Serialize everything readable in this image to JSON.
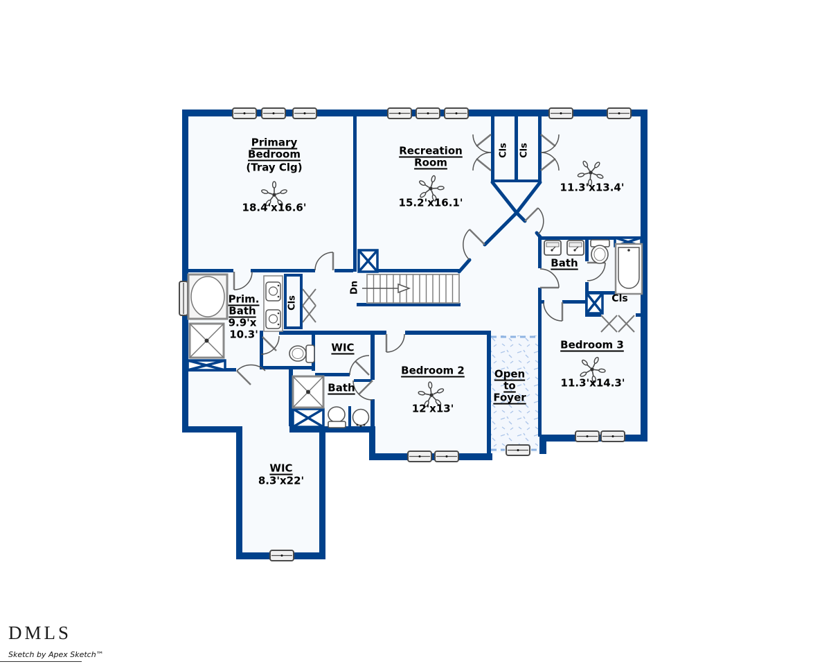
{
  "floorplan": {
    "colors": {
      "wall": "#00418b",
      "floor": "#f7fafd",
      "open_area_texture": "#adc6ea"
    },
    "rooms": {
      "primary_bedroom": {
        "line1": "Primary",
        "line2": "Bedroom",
        "note": "(Tray Clg)",
        "dims": "18.4'x16.6'"
      },
      "recreation_room": {
        "line1": "Recreation",
        "line2": "Room",
        "dims": "15.2'x16.1'"
      },
      "bedroom_top_right": {
        "dims": "11.3'x13.4'"
      },
      "bath_top_right": {
        "name": "Bath"
      },
      "closet_top_left": {
        "name": "Cls"
      },
      "closet_top_right": {
        "name": "Cls"
      },
      "closet_bath_right": {
        "name": "Cls"
      },
      "primary_bath": {
        "line1": "Prim.",
        "line2": "Bath",
        "dims_line1": "9.9'x",
        "dims_line2": "10.3'"
      },
      "closet_hall": {
        "name": "Cls"
      },
      "stairs": {
        "label": "Dn"
      },
      "wic_upper": {
        "name": "WIC"
      },
      "bath_middle": {
        "name": "Bath"
      },
      "bedroom_2": {
        "name": "Bedroom 2",
        "dims": "12'x13'"
      },
      "open_to_foyer": {
        "line1": "Open",
        "line2": "to",
        "line3": "Foyer"
      },
      "bedroom_3": {
        "name": "Bedroom 3",
        "dims": "11.3'x14.3'"
      },
      "wic_large": {
        "name": "WIC",
        "dims": "8.3'x22'"
      }
    },
    "branding": {
      "logo": "DMLS",
      "credit": "Sketch by Apex Sketch™"
    }
  }
}
